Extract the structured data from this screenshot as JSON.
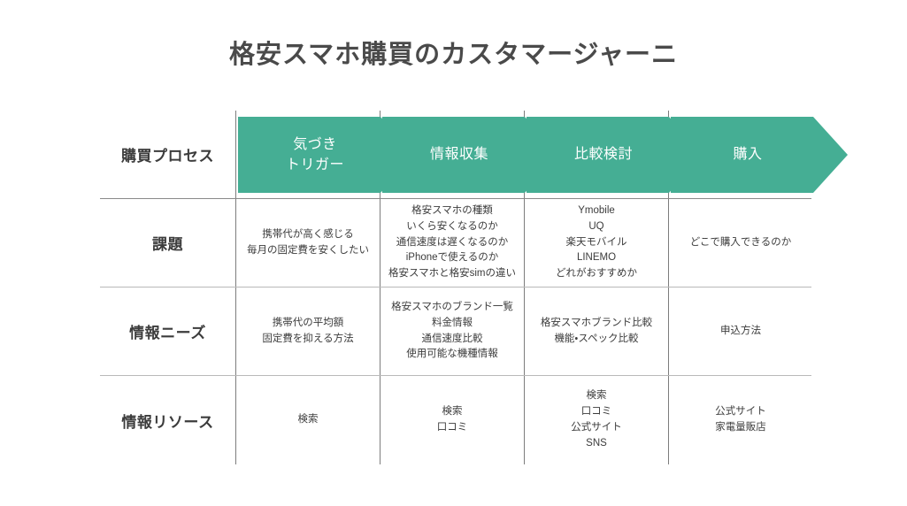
{
  "title": "格安スマホ購買のカスタマージャーニ",
  "theme": {
    "accent": "#45ae94",
    "text": "#3c3c3c",
    "divider_strong": "#7d7d7d",
    "divider_light": "#b9b9b9",
    "background": "#ffffff"
  },
  "rows": [
    {
      "label": "購買プロセス",
      "type": "stages",
      "cells": [
        "気づき\nトリガー",
        "情報収集",
        "比較検討",
        "購入"
      ]
    },
    {
      "label": "課題",
      "type": "text",
      "cells": [
        "携帯代が高く感じる\n毎月の固定費を安くしたい",
        "格安スマホの種類\nいくら安くなるのか\n通信速度は遅くなるのか\niPhoneで使えるのか\n格安スマホと格安simの違い",
        "Ymobile\nUQ\n楽天モバイル\nLINEMO\nどれがおすすめか",
        "どこで購入できるのか"
      ]
    },
    {
      "label": "情報ニーズ",
      "type": "text",
      "cells": [
        "携帯代の平均額\n固定費を抑える方法",
        "格安スマホのブランド一覧\n料金情報\n通信速度比較\n使用可能な機種情報",
        "格安スマホブランド比較\n機能・スペック比較",
        "申込方法"
      ]
    },
    {
      "label": "情報リソース",
      "type": "text",
      "cells": [
        "検索",
        "検索\n口コミ",
        "検索\n口コミ\n公式サイト\nSNS",
        "公式サイト\n家電量販店"
      ]
    }
  ]
}
